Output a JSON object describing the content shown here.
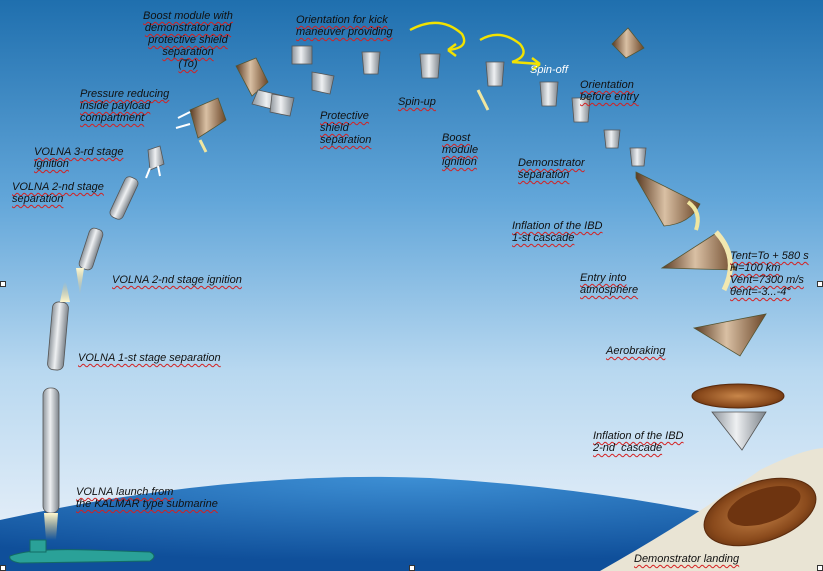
{
  "labels": {
    "boost_separation": "Boost module with\ndemonstrator and\nprotective shield\nseparation\n(To)",
    "orientation_kick": "Orientation for kick\nmaneuver providing",
    "pressure_reducing": "Pressure reducing\ninside payload\ncompartment",
    "protective_shield_sep": "Protective\nshield\nseparation",
    "spin_up": "Spin-up",
    "spin_off": "Spin-off",
    "orientation_entry": "Orientation\nbefore entry",
    "boost_ignition": "Boost\nmodule\nignition",
    "volna_3rd_ignition": "VOLNA 3-rd stage\nignition",
    "demonstrator_separation": "Demonstrator\nseparation",
    "volna_2nd_separation": "VOLNA 2-nd stage\nseparation",
    "ibd_1st_cascade": "Inflation of the IBD\n1-st cascade",
    "entry_atmosphere": "Entry into\natmosphere",
    "entry_params": "Tent=To + 580 s\nH=100 km\nVent=7300 m/s\nθent=-3...-4°",
    "volna_2nd_ignition": "VOLNA 2-nd stage ignition",
    "aerobraking": "Aerobraking",
    "volna_1st_separation": "VOLNA 1-st stage separation",
    "ibd_2nd_cascade": "Inflation of the IBD\n2-nd  cascade",
    "volna_launch": "VOLNA launch from\nthe KALMAR type submarine",
    "demonstrator_landing": "Demonstrator landing"
  },
  "colors": {
    "sky_top": "#1f6fae",
    "sky_mid": "#8fc2e6",
    "sky_low": "#e4eef8",
    "earth": "#1f74c0",
    "sea": "#2aa198",
    "rocket_body": "#cfd3d8",
    "capsule": "#b98a66",
    "ibd_brown": "#8a4a1c",
    "arrow": "#f2e200"
  }
}
